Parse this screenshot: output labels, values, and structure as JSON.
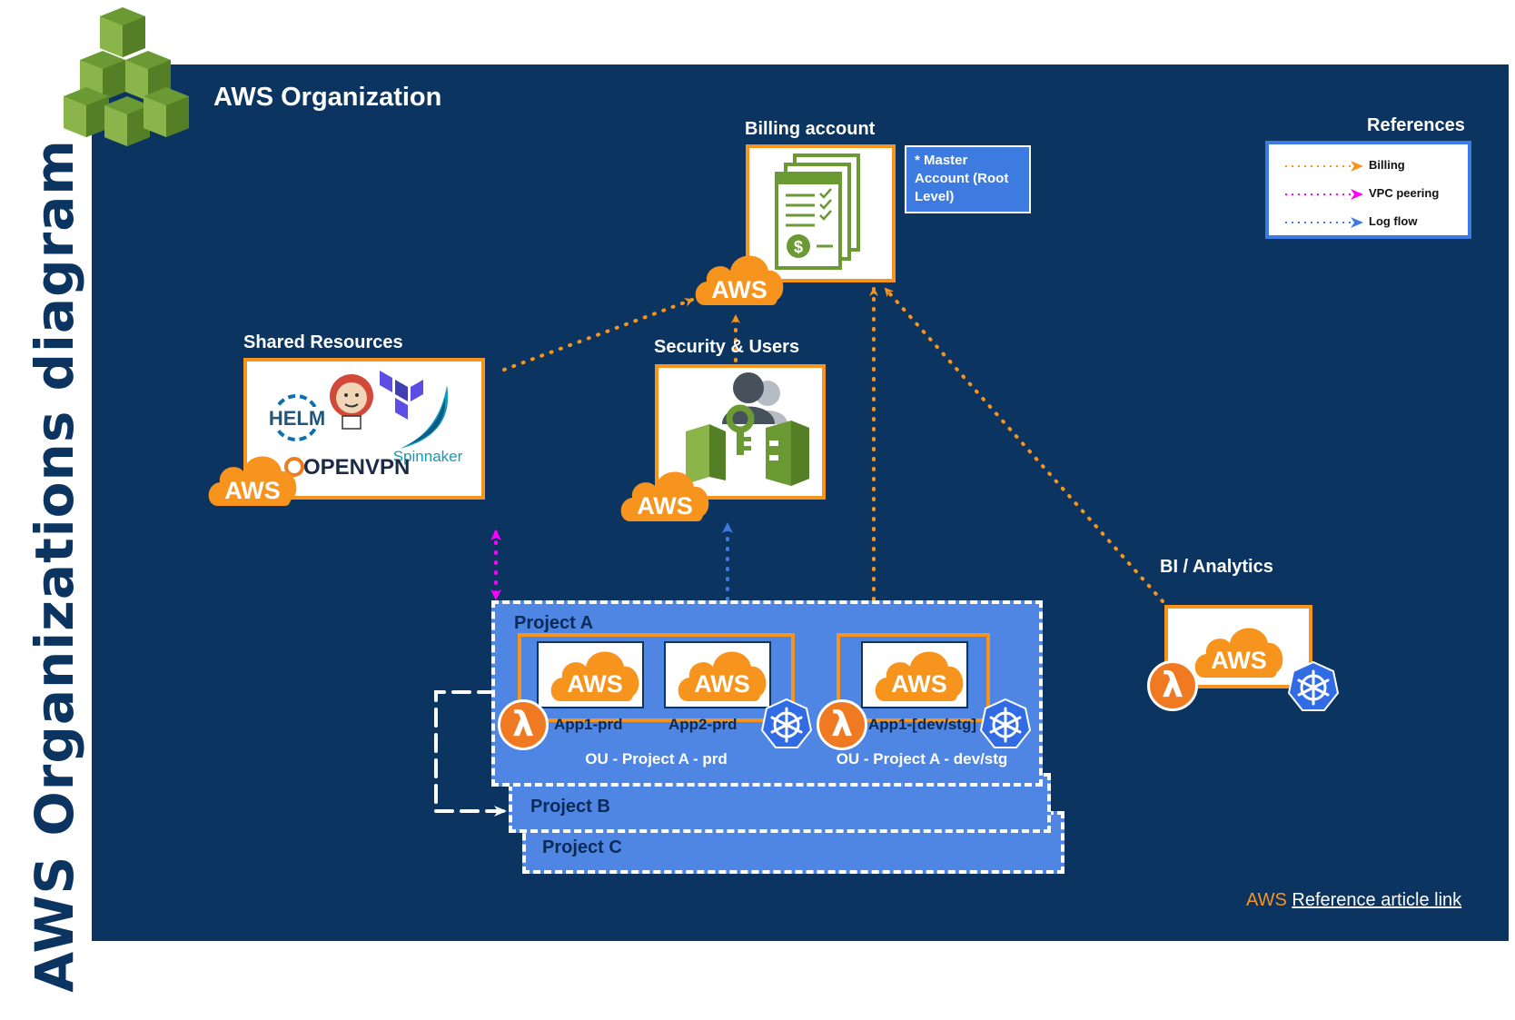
{
  "side_title": "AWS Organizations diagram",
  "org_title": "AWS Organization",
  "billing": {
    "title": "Billing account",
    "note": "* Master Account (Root Level)"
  },
  "shared": {
    "title": "Shared Resources",
    "tools": [
      "HELM",
      "OPENVPN",
      "Spinnaker"
    ]
  },
  "security": {
    "title": "Security & Users"
  },
  "bi": {
    "title": "BI / Analytics"
  },
  "aws_label": "AWS",
  "references": {
    "title": "References",
    "items": [
      {
        "label": "Billing",
        "color": "#f7941d"
      },
      {
        "label": "VPC peering",
        "color": "#ff00ff"
      },
      {
        "label": "Log flow",
        "color": "#3d7be0"
      }
    ]
  },
  "projects": {
    "a": {
      "label": "Project A"
    },
    "b": {
      "label": "Project B"
    },
    "c": {
      "label": "Project C"
    }
  },
  "ous": [
    {
      "label": "OU - Project A - prd",
      "apps": [
        "App1-prd",
        "App2-prd"
      ]
    },
    {
      "label": "OU - Project A - dev/stg",
      "apps": [
        "App1-[dev/stg]"
      ]
    }
  ],
  "footer": {
    "aws": "AWS",
    "link": "Reference article link"
  },
  "colors": {
    "navy": "#0b3460",
    "orange": "#f7941d",
    "blue": "#3d7be0",
    "magenta": "#ff00ff",
    "green": "#7aa43a"
  }
}
